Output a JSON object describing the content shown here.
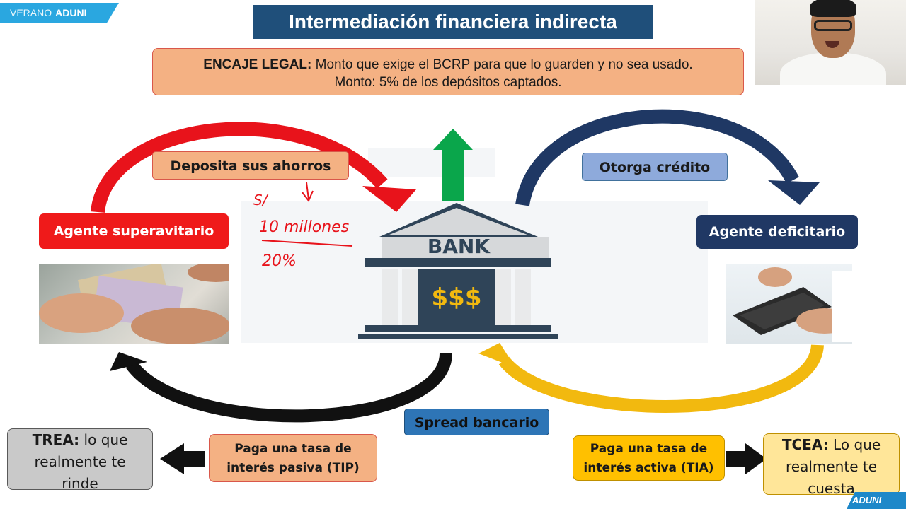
{
  "brand": {
    "prefix": "VERANO",
    "name": "ADUNI",
    "corner_logo": "ADUNI"
  },
  "title": "Intermediación financiera indirecta",
  "encaje": {
    "label": "ENCAJE LEGAL:",
    "line1": " Monto que exige el BCRP para que lo guarden y no sea usado.",
    "line2": "Monto: 5% de los depósitos captados."
  },
  "flow": {
    "deposita": "Deposita sus ahorros",
    "otorga": "Otorga crédito",
    "superavitario": "Agente superavitario",
    "deficitario": "Agente deficitario",
    "spread": "Spread bancario"
  },
  "bank": {
    "label": "BANK",
    "symbol": "$$$"
  },
  "handwritten": {
    "line1": "S/",
    "line2": "10 millones",
    "line3": "20%"
  },
  "rates": {
    "pasiva_l1": "Paga una tasa de",
    "pasiva_l2": "interés pasiva (TIP)",
    "activa_l1": "Paga una tasa de",
    "activa_l2": "interés activa (TIA)"
  },
  "trea": {
    "label": "TREA:",
    "t1": " lo que",
    "t2": "realmente te",
    "t3": "rinde"
  },
  "tcea": {
    "label": "TCEA:",
    "t1": " Lo que",
    "t2": "realmente te",
    "t3": "cuesta"
  },
  "colors": {
    "title_bg": "#1f4f7a",
    "red_arrow": "#e8131b",
    "navy_arrow": "#1f3864",
    "green_arrow": "#0aa64b",
    "yellow_arrow": "#f2b90f",
    "black_arrow": "#111111"
  }
}
